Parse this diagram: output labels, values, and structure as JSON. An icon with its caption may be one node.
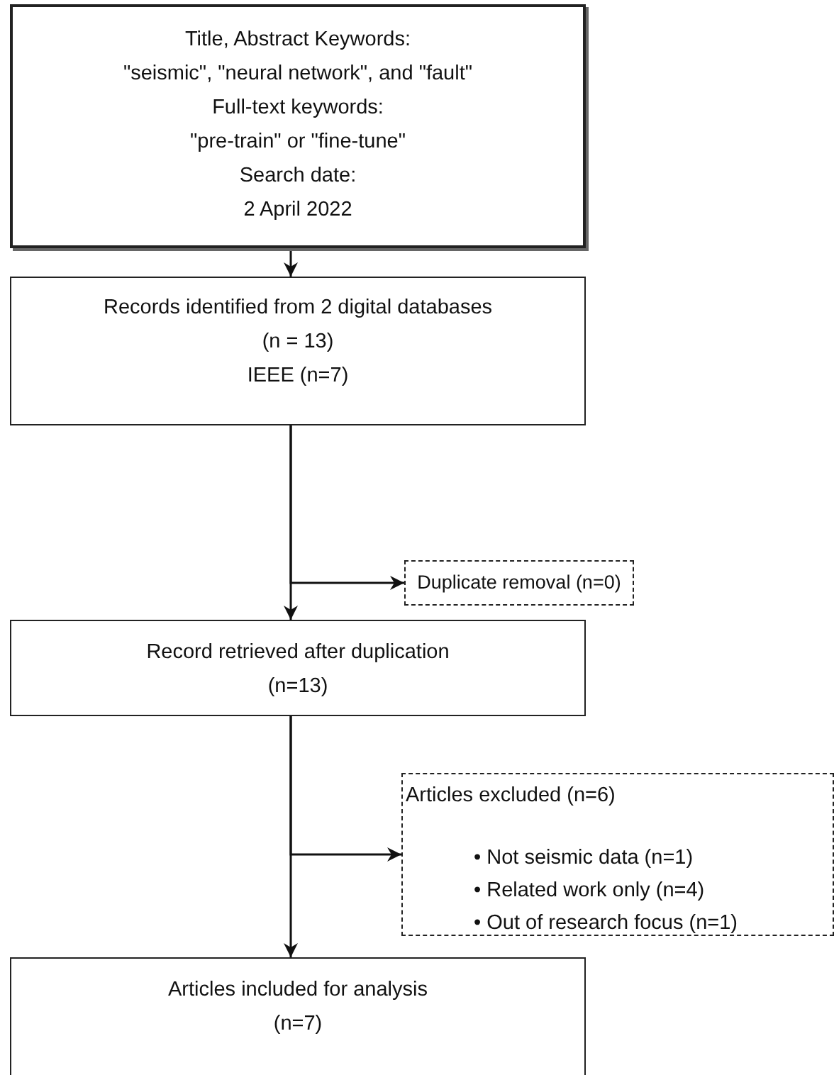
{
  "diagram": {
    "nodes": [
      {
        "text": [
          "Title, Abstract Keywords:",
          "\"seismic\", \"neural network\", and \"fault\"",
          "Full-text keywords:",
          "\"pre-train\" or \"fine-tune\"",
          "Search date:",
          "2 April 2022"
        ]
      },
      {
        "text": [
          "Records identified from 2 digital databases",
          "(n = 13)",
          "IEEE (n=7)"
        ]
      },
      {
        "text": [
          "Duplicate removal (n=0)"
        ]
      },
      {
        "text": [
          "Record retrieved after duplication",
          "(n=13)"
        ]
      },
      {
        "text": [
          "Articles excluded (n=6)",
          "• Not seismic data (n=1)",
          "• Related work only (n=4)",
          "• Out of research focus (n=1)"
        ]
      },
      {
        "text": [
          "Articles included for analysis",
          "(n=7)"
        ]
      }
    ],
    "edges": [
      {
        "from": 0,
        "to": 1,
        "arrow": "to"
      },
      {
        "from": 1,
        "to": 3,
        "arrow": "to"
      },
      {
        "from": 1,
        "to": 2,
        "arrow": "to"
      },
      {
        "from": 3,
        "to": 5,
        "arrow": "to"
      },
      {
        "from": 3,
        "to": 4,
        "arrow": "to"
      }
    ]
  }
}
